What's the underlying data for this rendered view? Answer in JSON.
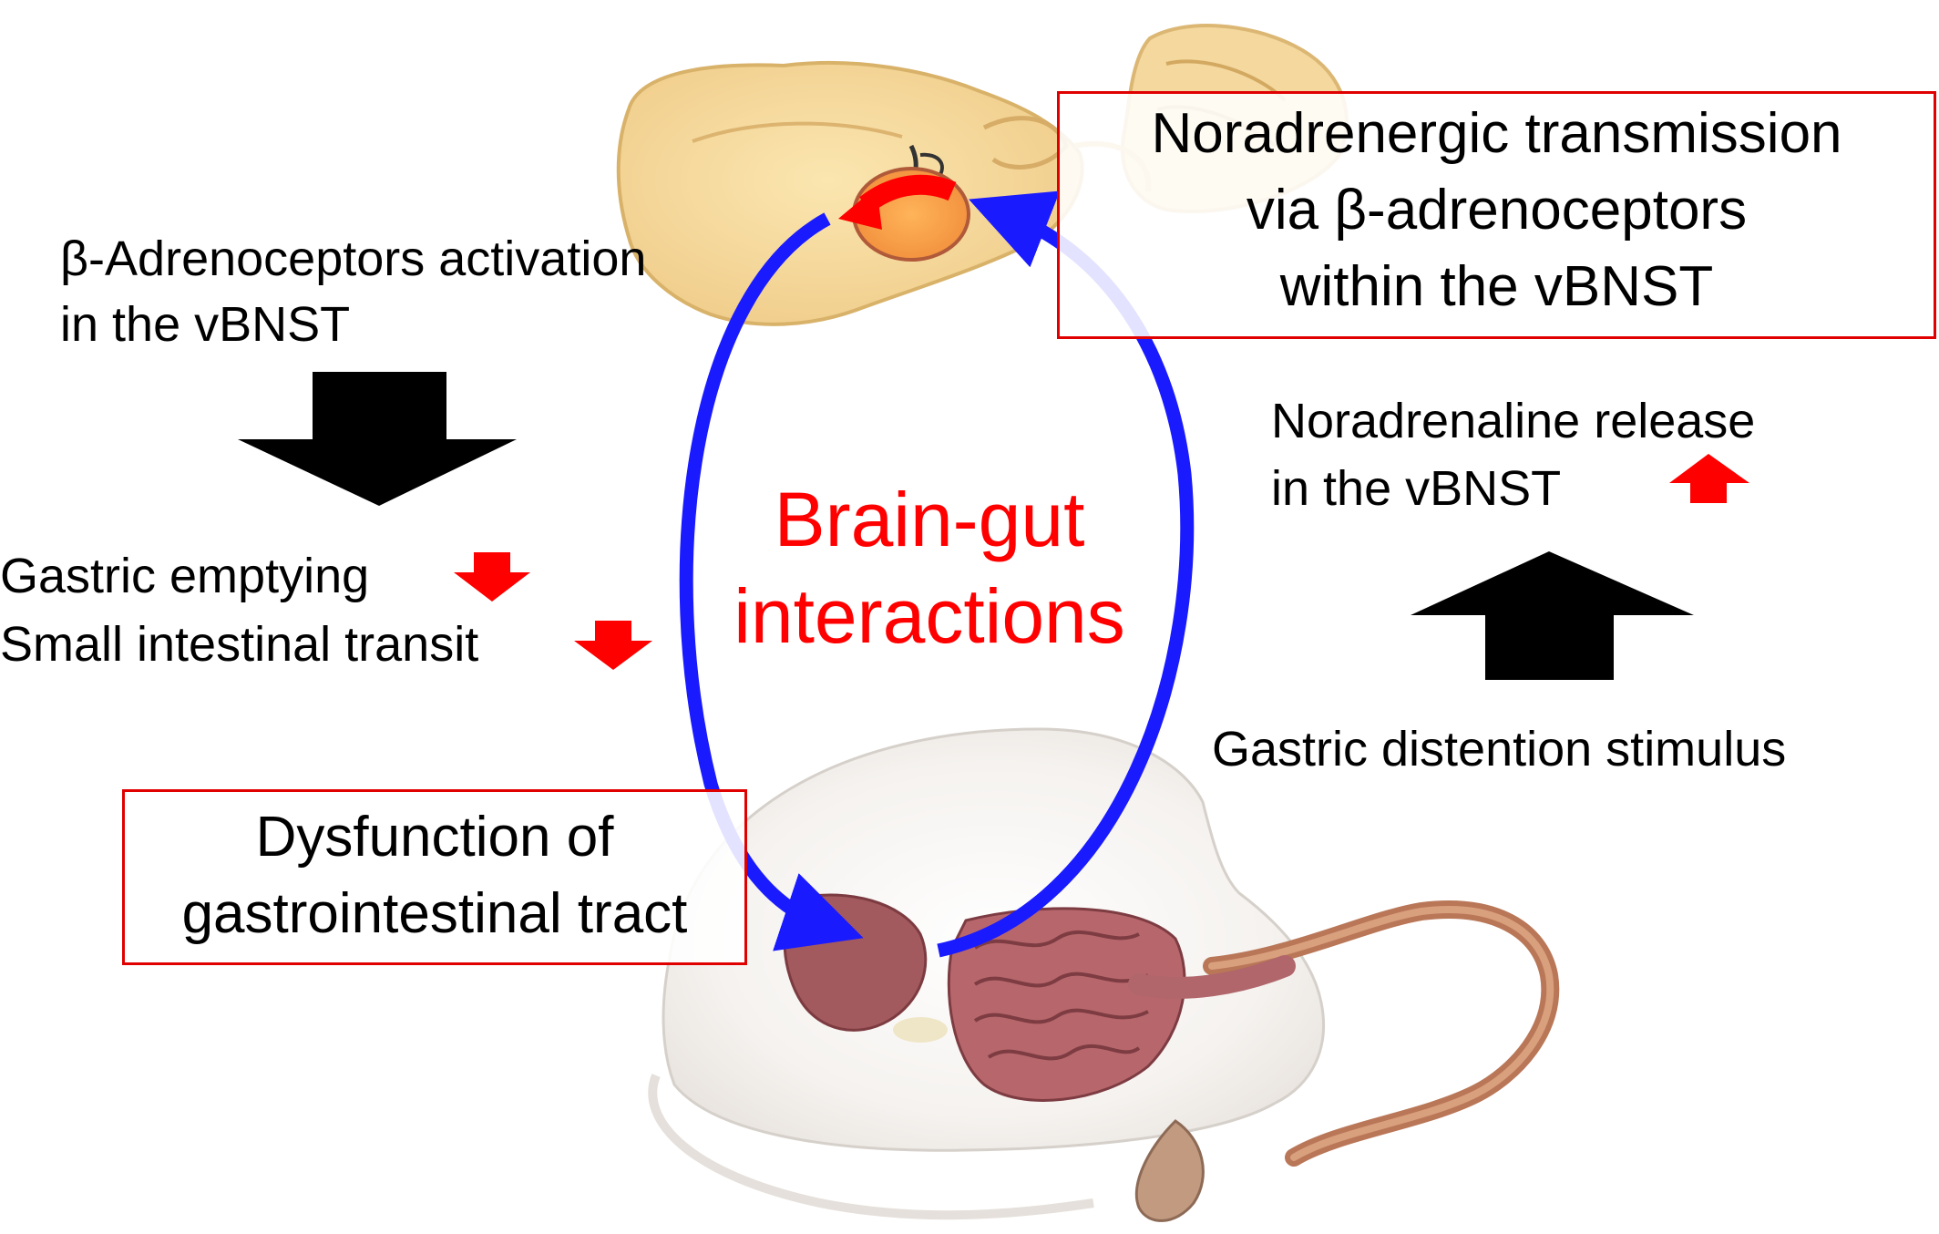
{
  "colors": {
    "cycle_arrow": "#1a1aff",
    "accent_red": "#ff0000",
    "box_border": "#e00000",
    "brain": "#f4d694",
    "nucleus": "#f5a050",
    "gut": "#a85a60",
    "rat_body": "#f2efec"
  },
  "icons": [
    "brain-illustration",
    "rat-illustration",
    "down-arrow-icon",
    "up-arrow-icon"
  ],
  "center": {
    "line1": "Brain-gut",
    "line2": "interactions"
  },
  "top_box": {
    "line1": "Noradrenergic transmission",
    "line2": "via β-adrenoceptors",
    "line3": "within the vBNST"
  },
  "bottom_box": {
    "line1": "Dysfunction of",
    "line2": "gastrointestinal tract"
  },
  "left": {
    "activation_line1": "β-Adrenoceptors activation",
    "activation_line2": "in the vBNST",
    "effect1": "Gastric emptying",
    "effect2": "Small intestinal transit"
  },
  "right": {
    "release_line1": "Noradrenaline release",
    "release_line2": "in the vBNST",
    "stimulus": "Gastric distention stimulus"
  }
}
